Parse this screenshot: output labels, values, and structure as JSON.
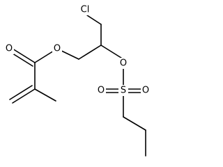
{
  "molecule": {
    "atoms": {
      "cl": "Cl",
      "o_ester_carbonyl": "O",
      "o_ester_single": "O",
      "o_sulfonate_link": "O",
      "s": "S",
      "o_sulfonyl_left": "O",
      "o_sulfonyl_right": "O"
    }
  }
}
